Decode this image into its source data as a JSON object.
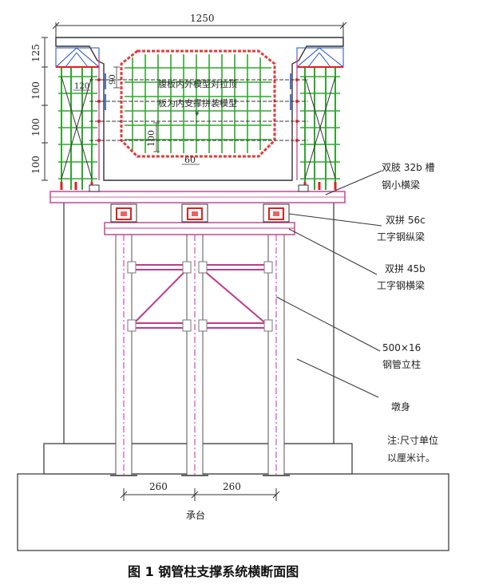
{
  "diagram": {
    "dims": {
      "top_width": "1250",
      "left_h1": "125",
      "left_h2": "100",
      "left_h3": "100",
      "left_h4": "100",
      "small_90": "90",
      "inner_120": "120",
      "inner_100": "100",
      "inner_60": "60",
      "base_260a": "260",
      "base_260b": "260"
    },
    "inner_text": {
      "line1": "腹板内外模型对拉顶",
      "line2": "板为内支撑拼装模型",
      "mark": "¥"
    },
    "labels": {
      "l1a": "双肢 32b 槽",
      "l1b": "钢小横梁",
      "l2a": "双拼 56c",
      "l2b": "工字钢纵梁",
      "l3a": "双拼 45b",
      "l3b": "工字钢横梁",
      "l4a": "500×16",
      "l4b": "钢管立柱",
      "l5": "墩身",
      "note1": "注:尺寸单位",
      "note2": "以厘米计。",
      "base": "承台"
    },
    "caption": "图 1  钢管柱支撑系统横断面图"
  }
}
